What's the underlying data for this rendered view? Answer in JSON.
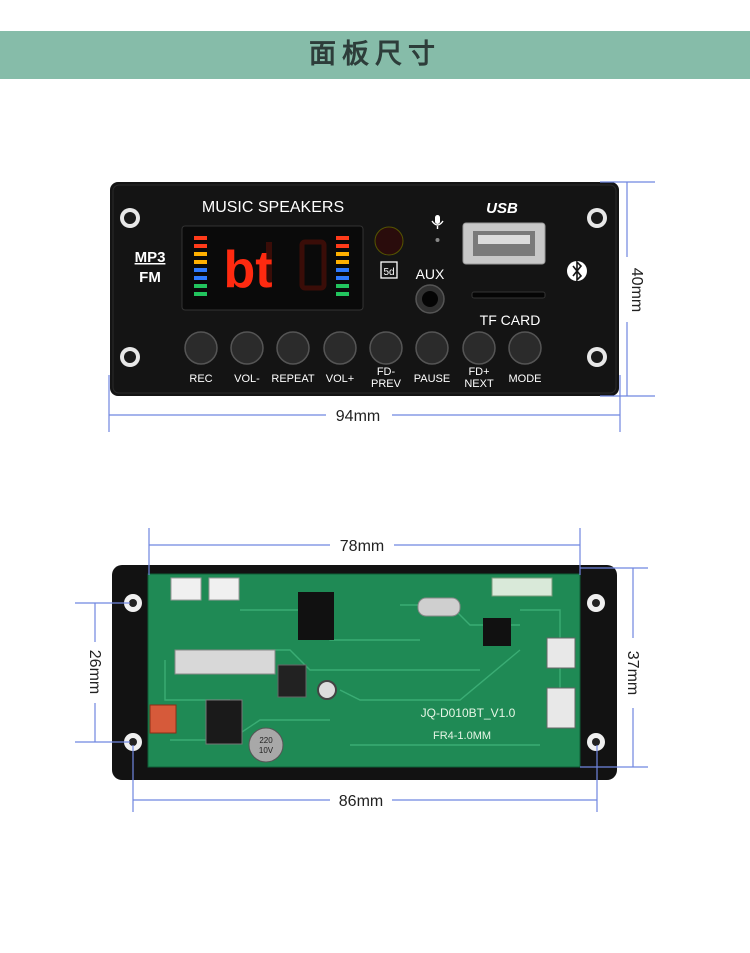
{
  "header": {
    "title": "面板尺寸"
  },
  "front_panel": {
    "brand": "MUSIC SPEAKERS",
    "logo_top": "MP3",
    "logo_bottom": "FM",
    "display_text": "bt",
    "usb_logo": "USB",
    "aux_label": "AUX",
    "tf_label": "TF CARD",
    "mode_icon": "5d",
    "buttons": [
      {
        "line1": "REC",
        "line2": ""
      },
      {
        "line1": "VOL-",
        "line2": ""
      },
      {
        "line1": "REPEAT",
        "line2": ""
      },
      {
        "line1": "VOL+",
        "line2": ""
      },
      {
        "line1": "FD-",
        "line2": "PREV"
      },
      {
        "line1": "PAUSE",
        "line2": ""
      },
      {
        "line1": "FD+",
        "line2": "NEXT"
      },
      {
        "line1": "MODE",
        "line2": ""
      }
    ],
    "width_label": "94mm",
    "height_label": "40mm"
  },
  "back_panel": {
    "board_name": "JQ-D010BT_V1.0",
    "board_spec": "FR4-1.0MM",
    "cap_line1": "220",
    "cap_line2": "10V",
    "top_width_label": "78mm",
    "left_height_label": "26mm",
    "right_height_label": "37mm",
    "bottom_width_label": "86mm"
  },
  "colors": {
    "banner": "#86bca9",
    "dimension_line": "#6f86e0",
    "pcb": "#1f8a55",
    "display_red": "#ff2a10"
  }
}
